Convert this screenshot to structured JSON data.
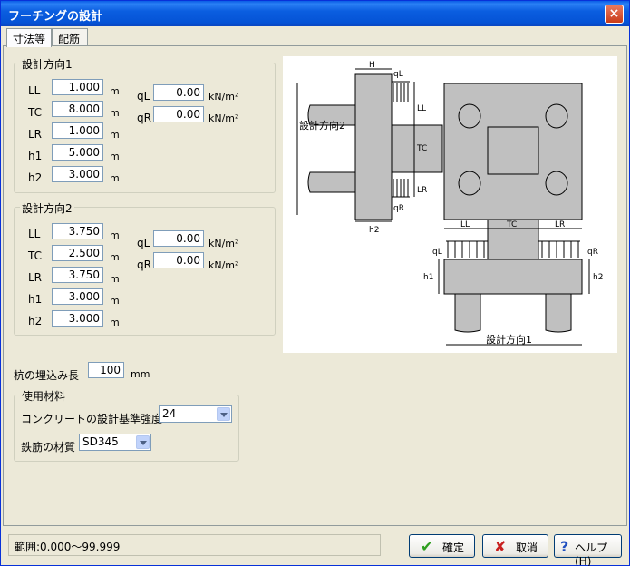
{
  "window": {
    "title": "フーチングの設計",
    "close": "×"
  },
  "tabs": [
    {
      "label": "寸法等"
    },
    {
      "label": "配筋"
    }
  ],
  "dir1": {
    "title": "設計方向1",
    "fields": [
      {
        "label": "LL",
        "value": "1.000",
        "unit": "m"
      },
      {
        "label": "TC",
        "value": "8.000",
        "unit": "m"
      },
      {
        "label": "LR",
        "value": "1.000",
        "unit": "m"
      },
      {
        "label": "h1",
        "value": "5.000",
        "unit": "m"
      },
      {
        "label": "h2",
        "value": "3.000",
        "unit": "m"
      }
    ],
    "loads": [
      {
        "label": "qL",
        "value": "0.00",
        "unit": "kN/m²"
      },
      {
        "label": "qR",
        "value": "0.00",
        "unit": "kN/m²"
      }
    ]
  },
  "dir2": {
    "title": "設計方向2",
    "fields": [
      {
        "label": "LL",
        "value": "3.750",
        "unit": "m"
      },
      {
        "label": "TC",
        "value": "2.500",
        "unit": "m"
      },
      {
        "label": "LR",
        "value": "3.750",
        "unit": "m"
      },
      {
        "label": "h1",
        "value": "3.000",
        "unit": "m"
      },
      {
        "label": "h2",
        "value": "3.000",
        "unit": "m"
      }
    ],
    "loads": [
      {
        "label": "qL",
        "value": "0.00",
        "unit": "kN/m²"
      },
      {
        "label": "qR",
        "value": "0.00",
        "unit": "kN/m²"
      }
    ]
  },
  "embed": {
    "label": "杭の埋込み長",
    "value": "100",
    "unit": "mm"
  },
  "material": {
    "title": "使用材料",
    "concrete_label": "コンクリートの設計基準強度",
    "concrete_value": "24",
    "rebar_label": "鉄筋の材質",
    "rebar_value": "SD345"
  },
  "figure": {
    "side_labels": {
      "H": "H",
      "qL": "qL",
      "LL": "LL",
      "TC": "TC",
      "LR": "LR",
      "qR": "qR",
      "h2": "h2",
      "dir2": "設計方向2"
    },
    "bottom_labels": {
      "LL": "LL",
      "TC": "TC",
      "LR": "LR",
      "qL": "qL",
      "qR": "qR",
      "h1": "h1",
      "h2": "h2",
      "dir1": "設計方向1"
    }
  },
  "status": {
    "text": "範囲:0.000～99.999"
  },
  "buttons": {
    "ok": {
      "label": "確定",
      "icon": "✔"
    },
    "cancel": {
      "label": "取消",
      "icon": "✘"
    },
    "help": {
      "label": "ヘルプ(H)",
      "icon": "?"
    }
  },
  "colors": {
    "ok_icon": "#2e9e1f",
    "cancel_icon": "#c82020",
    "help_icon": "#1f4fbf",
    "concrete": "#c0c0c0"
  }
}
